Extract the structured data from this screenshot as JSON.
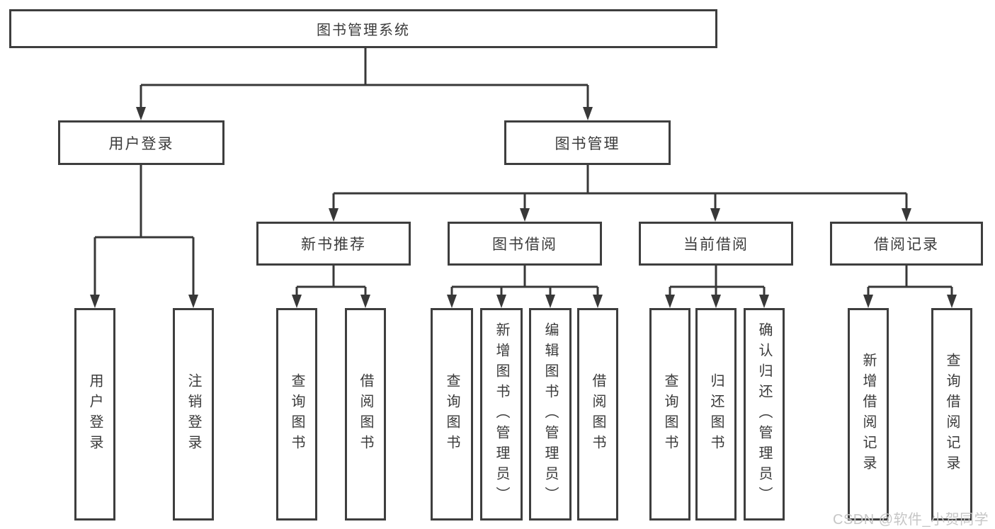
{
  "watermark": "CSDN @软件_小贺同学",
  "colors": {
    "line": "#383838",
    "box_border": "#3e3e3e",
    "text": "#3b3b3b",
    "watermark": "#c6c6c6",
    "background": "#ffffff"
  },
  "tree": {
    "root": "图书管理系统",
    "children": [
      {
        "label": "用户登录",
        "children": [
          "用户登录",
          "注销登录"
        ]
      },
      {
        "label": "图书管理",
        "children": [
          {
            "label": "新书推荐",
            "children": [
              "查询图书",
              "借阅图书"
            ]
          },
          {
            "label": "图书借阅",
            "children": [
              "查询图书",
              "新增图书（管理员）",
              "编辑图书（管理员）",
              "借阅图书"
            ]
          },
          {
            "label": "当前借阅",
            "children": [
              "查询图书",
              "归还图书",
              "确认归还（管理员）"
            ]
          },
          {
            "label": "借阅记录",
            "children": [
              "新增借阅记录",
              "查询借阅记录"
            ]
          }
        ]
      }
    ]
  }
}
